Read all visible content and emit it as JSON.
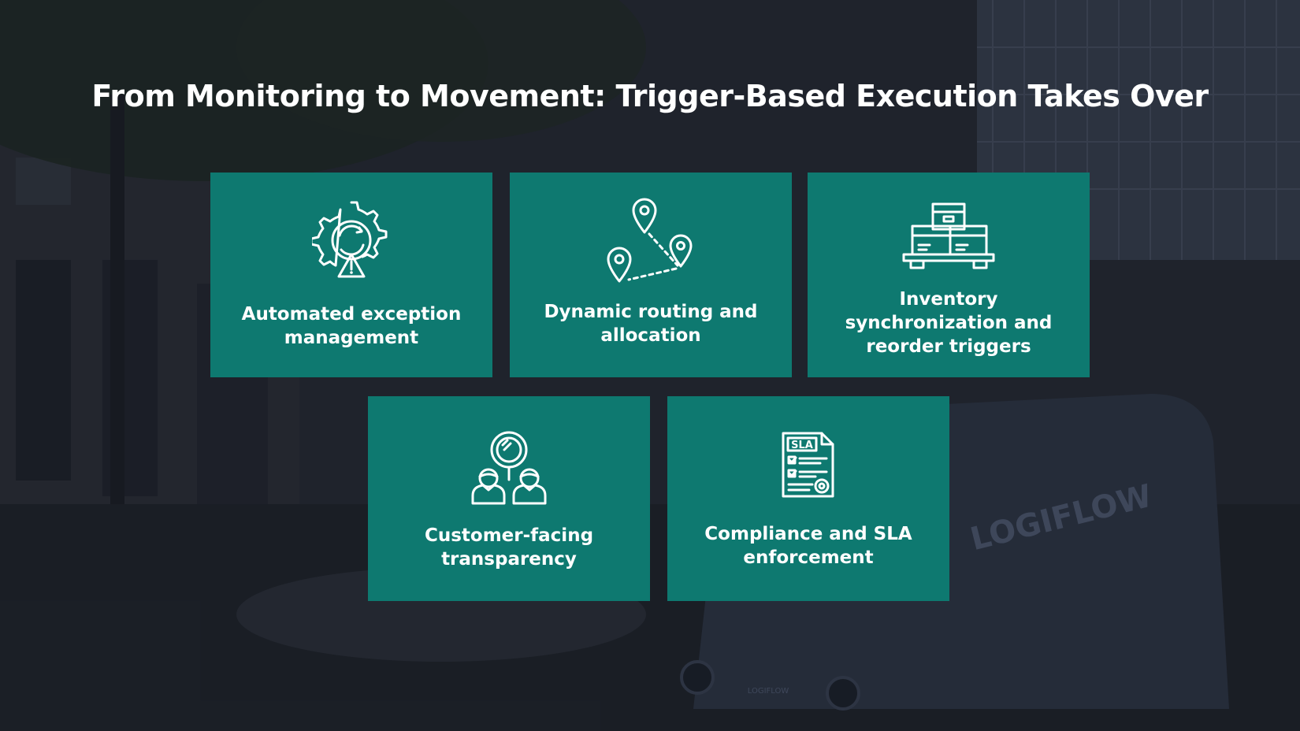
{
  "slide": {
    "title": "From Monitoring to Movement: Trigger-Based Execution Takes Over",
    "cards": [
      {
        "label": "Automated exception management",
        "icon": "gear-warning-icon"
      },
      {
        "label": "Dynamic routing and allocation",
        "icon": "route-pins-icon"
      },
      {
        "label": "Inventory synchronization and reorder triggers",
        "icon": "boxes-pallet-icon"
      },
      {
        "label": "Customer-facing transparency",
        "icon": "people-magnifier-icon"
      },
      {
        "label": "Compliance and SLA enforcement",
        "icon": "sla-document-icon"
      }
    ],
    "icon_text": {
      "sla": "SLA"
    },
    "background_text": {
      "van_brand": "LOGIFLOW",
      "van_small": "LOGIFLOW"
    },
    "colors": {
      "card": "#0e7970",
      "text": "#ffffff",
      "background": "#262c36"
    }
  }
}
